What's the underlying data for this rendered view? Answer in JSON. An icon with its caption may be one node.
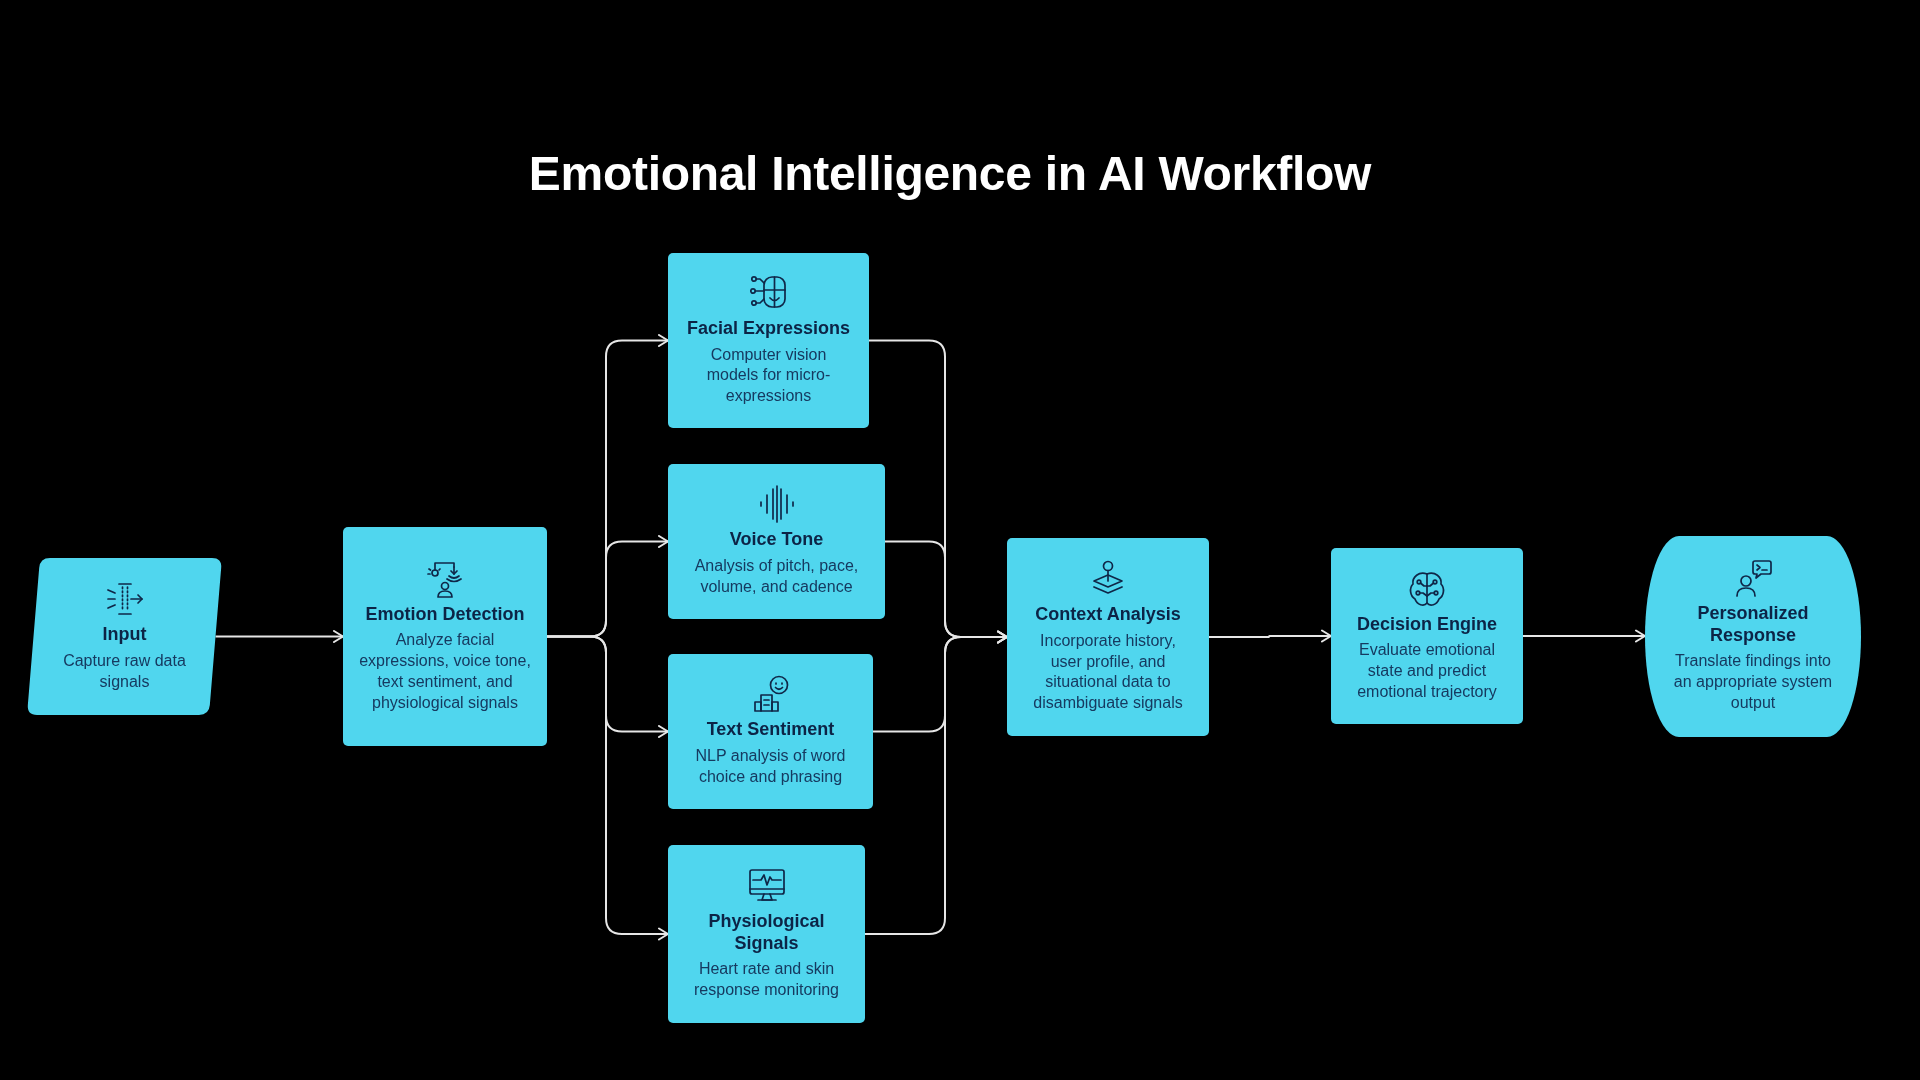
{
  "diagram": {
    "title": "Emotional Intelligence in AI Workflow",
    "nodes": [
      {
        "text": [
          "Input",
          "Capture raw data signals"
        ]
      },
      {
        "text": [
          "Emotion Detection",
          "Analyze facial expressions, voice tone, text sentiment, and physiological signals"
        ]
      },
      {
        "text": [
          "Facial Expressions",
          "Computer vision models for micro-expressions"
        ]
      },
      {
        "text": [
          "Voice Tone",
          "Analysis of pitch, pace, volume, and cadence"
        ]
      },
      {
        "text": [
          "Text Sentiment",
          "NLP analysis of word choice and phrasing"
        ]
      },
      {
        "text": [
          "Physiological Signals",
          "Heart rate and skin response monitoring"
        ]
      },
      {
        "text": [
          "Context Analysis",
          "Incorporate history, user profile, and situational data to disambiguate signals"
        ]
      },
      {
        "text": [
          "Decision Engine",
          "Evaluate emotional state and predict emotional trajectory"
        ]
      },
      {
        "text": [
          "Personalized Response",
          "Translate findings into an appropriate system output"
        ]
      }
    ],
    "edges": [
      {
        "from": 0,
        "to": 1,
        "arrow": "to"
      },
      {
        "from": 1,
        "to": 2,
        "arrow": "to"
      },
      {
        "from": 1,
        "to": 3,
        "arrow": "to"
      },
      {
        "from": 1,
        "to": 4,
        "arrow": "to"
      },
      {
        "from": 1,
        "to": 5,
        "arrow": "to"
      },
      {
        "from": 2,
        "to": 6,
        "arrow": "to"
      },
      {
        "from": 3,
        "to": 6,
        "arrow": "to"
      },
      {
        "from": 4,
        "to": 6,
        "arrow": "to"
      },
      {
        "from": 5,
        "to": 6,
        "arrow": "to"
      },
      {
        "from": 6,
        "to": 7,
        "arrow": "to"
      },
      {
        "from": 7,
        "to": 8,
        "arrow": "to"
      }
    ]
  }
}
